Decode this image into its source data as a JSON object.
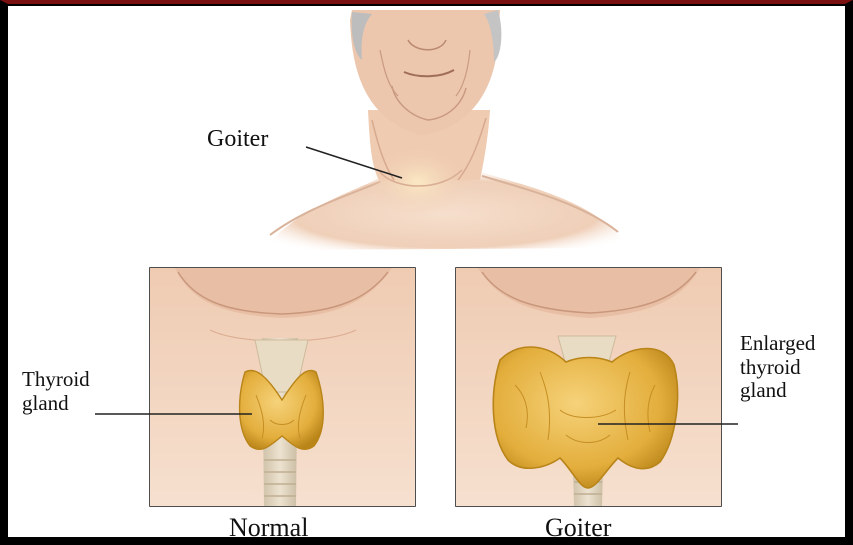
{
  "labels": {
    "goiter_top": "Goiter",
    "thyroid_line1": "Thyroid",
    "thyroid_line2": "gland",
    "enlarged_line1": "Enlarged",
    "enlarged_line2": "thyroid",
    "enlarged_line3": "gland"
  },
  "captions": {
    "normal": "Normal",
    "goiter": "Goiter"
  },
  "colors": {
    "skin": "#f3d7c2",
    "skin_shadow": "#dcae93",
    "thyroid": "#e5b445",
    "thyroid_dark": "#b98418",
    "trachea": "#e4d6bd",
    "frame_border": "#000000",
    "top_accent": "#7a1010"
  }
}
